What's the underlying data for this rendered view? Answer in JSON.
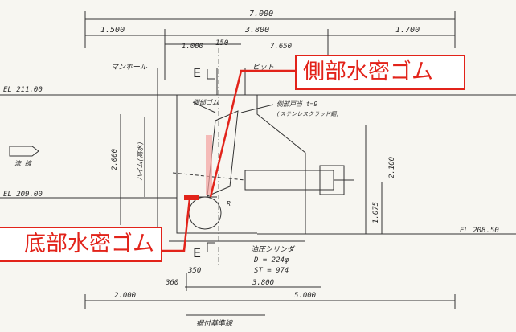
{
  "title": "",
  "dimensions": {
    "overall_width": "7.000",
    "left_span": "1.500",
    "mid_span": "3.800",
    "right_span": "1.700",
    "span_1000": "1.000",
    "span_150": "150",
    "span_7650": "7.650",
    "height_2000": "2.000",
    "height_2100": "2.100",
    "height_1075": "1.075",
    "base_360": "360",
    "base_350": "350",
    "base_3800": "3.800",
    "bottom_left": "2.000",
    "bottom_right": "5.000"
  },
  "levels": {
    "upper": "EL 211.00",
    "lower_left": "EL 209.00",
    "lower_right": "EL 208.50"
  },
  "annotations": {
    "manhole": "マンホール",
    "pit": "ピット",
    "side_rubber_small": "側部ゴム",
    "side_plate": "側部戸当 t=9",
    "side_plate_material": "(ステンレスクラッド鋼)",
    "flow": "流 線",
    "leaf_height": "ハイム(高水)",
    "cylinder_title": "油圧シリンダ",
    "cylinder_d": "D = 224φ",
    "cylinder_st": "ST = 974",
    "radius": "R",
    "foundation": "据付基準線"
  },
  "section_marks": {
    "top": "E",
    "bottom": "E"
  },
  "callouts": {
    "side": "側部水密ゴム",
    "bottom": "底部水密ゴム"
  },
  "colors": {
    "callout_red": "#e2231a",
    "ink": "#2b2b2b"
  }
}
